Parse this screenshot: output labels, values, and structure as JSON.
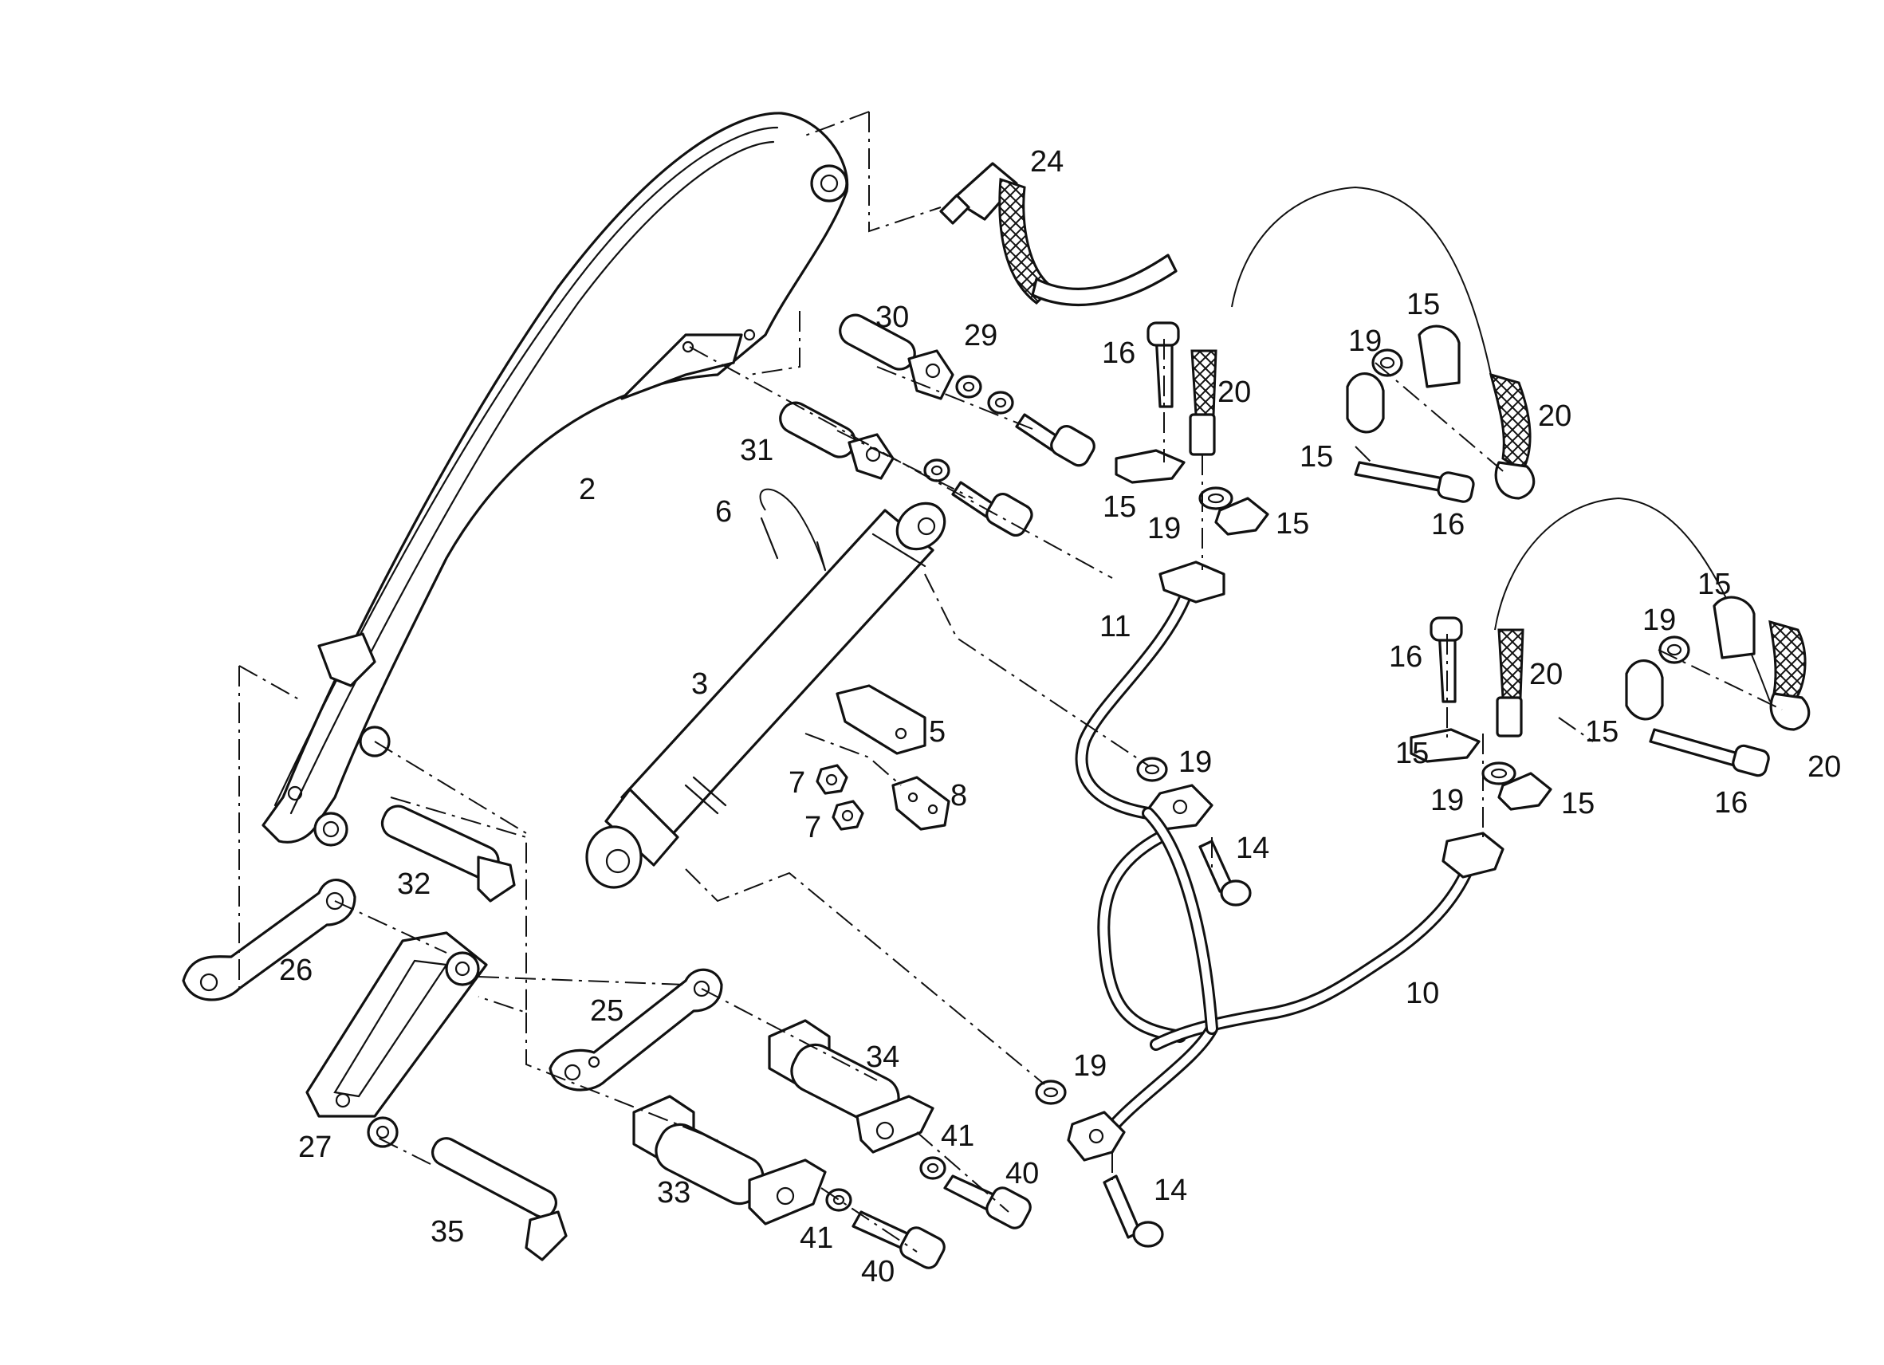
{
  "labels": [
    {
      "id": "2",
      "text": "2"
    },
    {
      "id": "3",
      "text": "3"
    },
    {
      "id": "5",
      "text": "5"
    },
    {
      "id": "6",
      "text": "6"
    },
    {
      "id": "7a",
      "text": "7"
    },
    {
      "id": "7b",
      "text": "7"
    },
    {
      "id": "8",
      "text": "8"
    },
    {
      "id": "10",
      "text": "10"
    },
    {
      "id": "11",
      "text": "11"
    },
    {
      "id": "14a",
      "text": "14"
    },
    {
      "id": "14b",
      "text": "14"
    },
    {
      "id": "15a",
      "text": "15"
    },
    {
      "id": "15b",
      "text": "15"
    },
    {
      "id": "15c",
      "text": "15"
    },
    {
      "id": "15d",
      "text": "15"
    },
    {
      "id": "15e",
      "text": "15"
    },
    {
      "id": "15f",
      "text": "15"
    },
    {
      "id": "15g",
      "text": "15"
    },
    {
      "id": "15h",
      "text": "15"
    },
    {
      "id": "16a",
      "text": "16"
    },
    {
      "id": "16b",
      "text": "16"
    },
    {
      "id": "16c",
      "text": "16"
    },
    {
      "id": "16d",
      "text": "16"
    },
    {
      "id": "19a",
      "text": "19"
    },
    {
      "id": "19b",
      "text": "19"
    },
    {
      "id": "19c",
      "text": "19"
    },
    {
      "id": "19d",
      "text": "19"
    },
    {
      "id": "19e",
      "text": "19"
    },
    {
      "id": "19f",
      "text": "19"
    },
    {
      "id": "20a",
      "text": "20"
    },
    {
      "id": "20b",
      "text": "20"
    },
    {
      "id": "20c",
      "text": "20"
    },
    {
      "id": "20d",
      "text": "20"
    },
    {
      "id": "24",
      "text": "24"
    },
    {
      "id": "25",
      "text": "25"
    },
    {
      "id": "26",
      "text": "26"
    },
    {
      "id": "27",
      "text": "27"
    },
    {
      "id": "29",
      "text": "29"
    },
    {
      "id": "30",
      "text": "30"
    },
    {
      "id": "31",
      "text": "31"
    },
    {
      "id": "32",
      "text": "32"
    },
    {
      "id": "33",
      "text": "33"
    },
    {
      "id": "34",
      "text": "34"
    },
    {
      "id": "35",
      "text": "35"
    },
    {
      "id": "40a",
      "text": "40"
    },
    {
      "id": "40b",
      "text": "40"
    },
    {
      "id": "41a",
      "text": "41"
    },
    {
      "id": "41b",
      "text": "41"
    }
  ]
}
